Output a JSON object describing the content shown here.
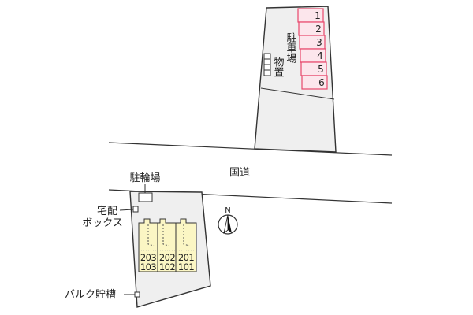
{
  "parking": {
    "label": "駐車場",
    "slots": [
      "1",
      "2",
      "3",
      "4",
      "5",
      "6"
    ],
    "slot_color": "#e8476b",
    "slot_fill": "#fce6ec"
  },
  "storage": {
    "label": "物置"
  },
  "road": {
    "label": "国道"
  },
  "bicycle_parking": {
    "label": "駐輪場"
  },
  "delivery_box": {
    "label_line1": "宅配",
    "label_line2": "ボックス"
  },
  "bulk_tank": {
    "label": "バルク貯槽"
  },
  "compass": {
    "label": "N"
  },
  "building": {
    "fill": "#fbf6c4",
    "units": [
      {
        "upper": "203",
        "lower": "103"
      },
      {
        "upper": "202",
        "lower": "102"
      },
      {
        "upper": "201",
        "lower": "101"
      }
    ]
  },
  "colors": {
    "lot_fill": "#efefef",
    "outline": "#333333"
  }
}
